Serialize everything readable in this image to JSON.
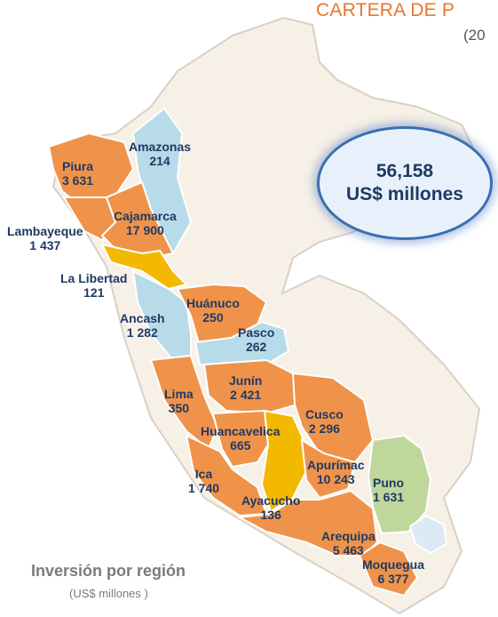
{
  "title": "CARTERA DE P",
  "subtitle": "(20",
  "total": {
    "value": "56,158",
    "unit": "US$ millones"
  },
  "legend": {
    "title": "Inversión por región",
    "subtitle": "(US$ millones )"
  },
  "colors": {
    "high": "#f0934a",
    "medium": "#f3b800",
    "low": "#b7dbe8",
    "puno": "#bfd79a",
    "none": "#f6f0e6",
    "text": "#1f3a64"
  },
  "regions": [
    {
      "name": "Amazonas",
      "value": "214",
      "level": "low"
    },
    {
      "name": "Piura",
      "value": "3 631",
      "level": "high"
    },
    {
      "name": "Cajamarca",
      "value": "17 900",
      "level": "high"
    },
    {
      "name": "Lambayeque",
      "value": "1 437",
      "level": "high"
    },
    {
      "name": "La Libertad",
      "value": "121",
      "level": "medium"
    },
    {
      "name": "Ancash",
      "value": "1 282",
      "level": "low"
    },
    {
      "name": "Huánuco",
      "value": "250",
      "level": "high"
    },
    {
      "name": "Pasco",
      "value": "262",
      "level": "low"
    },
    {
      "name": "Junín",
      "value": "2 421",
      "level": "high"
    },
    {
      "name": "Lima",
      "value": "350",
      "level": "high"
    },
    {
      "name": "Cusco",
      "value": "2 296",
      "level": "high"
    },
    {
      "name": "Huancavelica",
      "value": "665",
      "level": "high"
    },
    {
      "name": "Apurímac",
      "value": "10 243",
      "level": "high"
    },
    {
      "name": "Ica",
      "value": "1 740",
      "level": "high"
    },
    {
      "name": "Puno",
      "value": "1 631",
      "level": "puno"
    },
    {
      "name": "Ayacucho",
      "value": "136",
      "level": "medium"
    },
    {
      "name": "Arequipa",
      "value": "5 463",
      "level": "high"
    },
    {
      "name": "Moquegua",
      "value": "6 377",
      "level": "high"
    }
  ]
}
